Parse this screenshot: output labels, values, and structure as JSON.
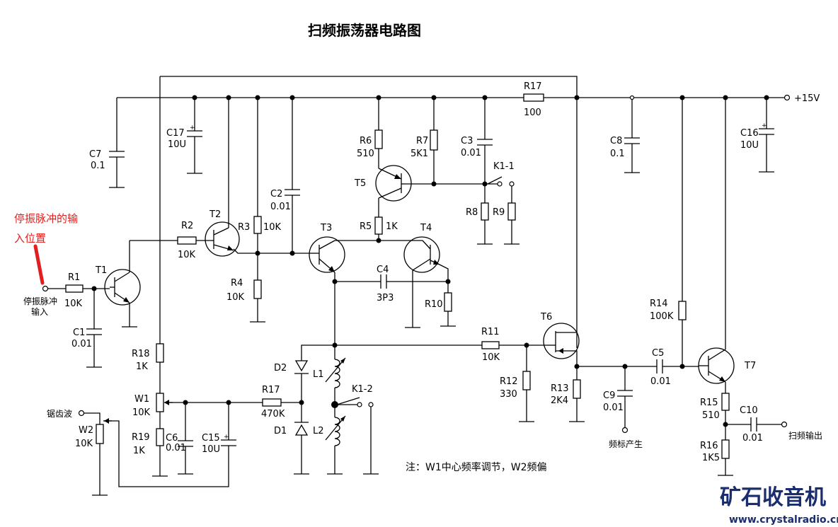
{
  "title": "扫频振荡器电路图",
  "supply": "+15V",
  "annotation": {
    "line1": "停振脉冲的输",
    "line2": "入位置"
  },
  "ports": {
    "stop_in_1": "停振脉冲",
    "stop_in_2": "输入",
    "sawtooth": "锯齿波",
    "marker": "频标产生",
    "sweep_out": "扫频输出"
  },
  "note": "注：W1中心频率调节，W2频偏",
  "logo": {
    "name": "矿石收音机",
    "url": "www.crystalradio.cn"
  },
  "components": {
    "R1": {
      "ref": "R1",
      "val": "10K"
    },
    "R2": {
      "ref": "R2",
      "val": "10K"
    },
    "R3": {
      "ref": "R3",
      "val": "10K"
    },
    "R4": {
      "ref": "R4",
      "val": "10K"
    },
    "R5": {
      "ref": "R5",
      "val": "1K"
    },
    "R6": {
      "ref": "R6",
      "val": "510"
    },
    "R7": {
      "ref": "R7",
      "val": "5K1"
    },
    "R8": {
      "ref": "R8"
    },
    "R9": {
      "ref": "R9"
    },
    "R10": {
      "ref": "R10"
    },
    "R11": {
      "ref": "R11",
      "val": "10K"
    },
    "R12": {
      "ref": "R12",
      "val": "330"
    },
    "R13": {
      "ref": "R13",
      "val": "2K4"
    },
    "R14": {
      "ref": "R14",
      "val": "100K"
    },
    "R15": {
      "ref": "R15",
      "val": "510"
    },
    "R16": {
      "ref": "R16",
      "val": "1K5"
    },
    "R17a": {
      "ref": "R17",
      "val": "100"
    },
    "R17b": {
      "ref": "R17",
      "val": "470K"
    },
    "R18": {
      "ref": "R18",
      "val": "1K"
    },
    "R19": {
      "ref": "R19",
      "val": "1K"
    },
    "C1": {
      "ref": "C1",
      "val": "0.01"
    },
    "C2": {
      "ref": "C2",
      "val": "0.01"
    },
    "C3": {
      "ref": "C3",
      "val": "0.01"
    },
    "C4": {
      "ref": "C4",
      "val": "3P3"
    },
    "C5": {
      "ref": "C5",
      "val": "0.01"
    },
    "C6": {
      "ref": "C6",
      "val": "0.01"
    },
    "C7": {
      "ref": "C7",
      "val": "0.1"
    },
    "C8": {
      "ref": "C8",
      "val": "0.1"
    },
    "C9": {
      "ref": "C9",
      "val": "0.01"
    },
    "C10": {
      "ref": "C10",
      "val": "0.01"
    },
    "C15": {
      "ref": "C15",
      "val": "10U"
    },
    "C16": {
      "ref": "C16",
      "val": "10U"
    },
    "C17": {
      "ref": "C17",
      "val": "10U"
    },
    "W1": {
      "ref": "W1",
      "val": "10K"
    },
    "W2": {
      "ref": "W2",
      "val": "10K"
    },
    "T1": {
      "ref": "T1"
    },
    "T2": {
      "ref": "T2"
    },
    "T3": {
      "ref": "T3"
    },
    "T4": {
      "ref": "T4"
    },
    "T5": {
      "ref": "T5"
    },
    "T6": {
      "ref": "T6"
    },
    "T7": {
      "ref": "T7"
    },
    "D1": {
      "ref": "D1"
    },
    "D2": {
      "ref": "D2"
    },
    "L1": {
      "ref": "L1"
    },
    "L2": {
      "ref": "L2"
    },
    "K11": {
      "ref": "K1-1"
    },
    "K12": {
      "ref": "K1-2"
    }
  }
}
